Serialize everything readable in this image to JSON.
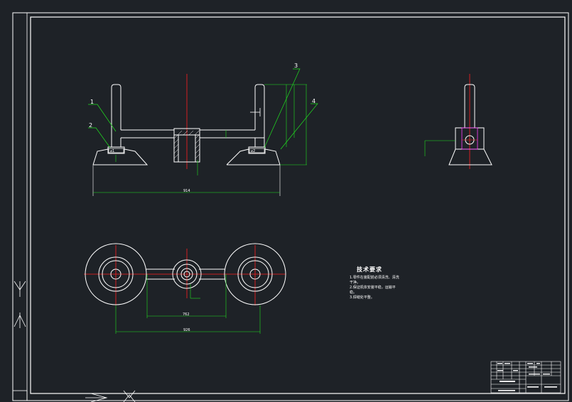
{
  "drawing": {
    "colors": {
      "background": "#1e2227",
      "outline": "#ffffff",
      "centerline": "#ff2020",
      "leader": "#20e020",
      "highlight": "#ff40ff"
    },
    "balloons": [
      "1",
      "2",
      "3",
      "4"
    ],
    "dimensions": {
      "front_width": "914",
      "top_inner": "762",
      "top_outer": "926"
    },
    "weld_symbols": [
      "⌀1",
      "⌀2"
    ],
    "tech_requirements": {
      "title": "技术要求",
      "lines": [
        "1.零件在装配前必须清洗、清洗",
        "  干净。",
        "2.保证机体安装平稳，运输平",
        "  稳。",
        "3.焊缝处平整。"
      ]
    }
  }
}
